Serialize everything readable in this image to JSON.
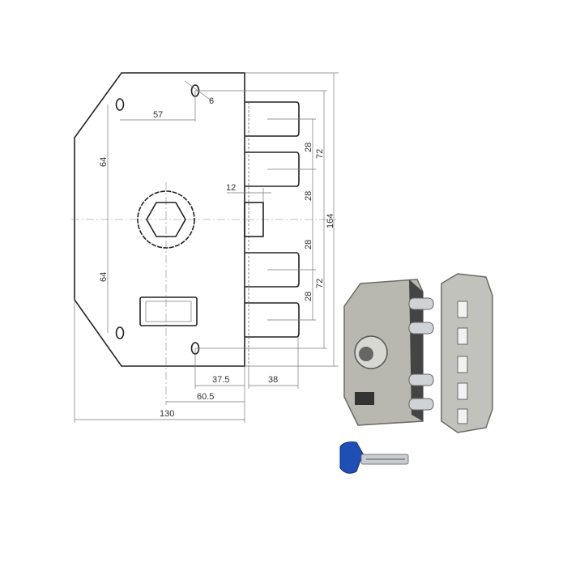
{
  "diagram": {
    "dimensions": {
      "hole_diameter": "6",
      "hole_spacing_top": "57",
      "vertical_upper": "64",
      "vertical_lower": "64",
      "latch_offset": "12",
      "bolt_pitch_1": "28",
      "bolt_pitch_2": "28",
      "bolt_pitch_3": "28",
      "bolt_pitch_4": "28",
      "hole_span_upper": "72",
      "hole_span_lower": "72",
      "total_height": "164",
      "hole_to_edge": "37.5",
      "bolt_throw": "38",
      "backset": "60.5",
      "total_width": "130"
    },
    "colors": {
      "key": "#1f4fb5",
      "lock_body": "#b8b8b0"
    }
  }
}
